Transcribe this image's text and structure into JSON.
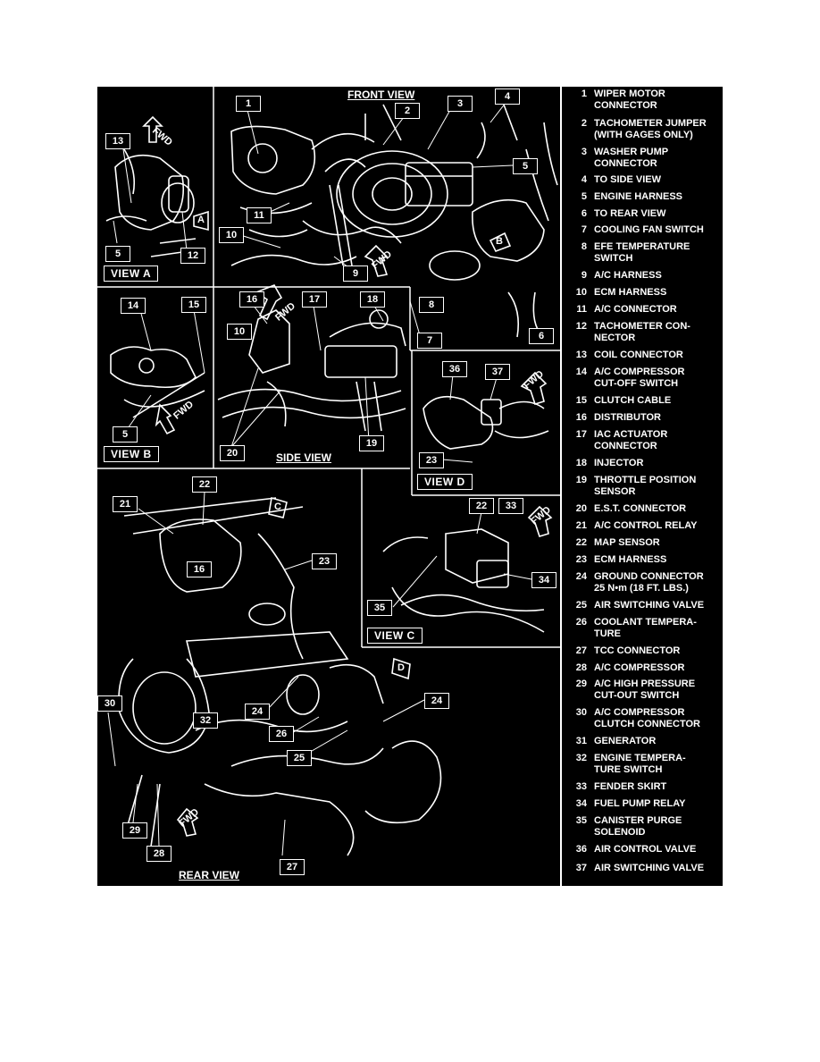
{
  "colors": {
    "background": "#000000",
    "foreground": "#ffffff",
    "page": "#ffffff"
  },
  "views": {
    "front": {
      "title": "FRONT VIEW"
    },
    "side": {
      "title": "SIDE VIEW"
    },
    "rear": {
      "title": "REAR VIEW"
    },
    "a": {
      "label": "VIEW A"
    },
    "b": {
      "label": "VIEW B"
    },
    "c": {
      "label": "VIEW C"
    },
    "d": {
      "label": "VIEW D"
    }
  },
  "fwd_label": "FWD",
  "markers": {
    "a": "A",
    "b": "B",
    "c": "C",
    "d": "D"
  },
  "callouts": [
    "1",
    "2",
    "3",
    "4",
    "5",
    "5",
    "5",
    "6",
    "7",
    "8",
    "9",
    "10",
    "10",
    "11",
    "12",
    "13",
    "14",
    "15",
    "16",
    "16",
    "17",
    "18",
    "19",
    "20",
    "21",
    "22",
    "22",
    "23",
    "23",
    "24",
    "24",
    "25",
    "26",
    "27",
    "28",
    "29",
    "30",
    "32",
    "33",
    "34",
    "35",
    "36",
    "37"
  ],
  "legend": [
    {
      "num": "1",
      "text": "WIPER MOTOR\nCONNECTOR"
    },
    {
      "num": "2",
      "text": "TACHOMETER JUMPER\n(WITH GAGES ONLY)"
    },
    {
      "num": "3",
      "text": "WASHER PUMP\nCONNECTOR"
    },
    {
      "num": "4",
      "text": "TO SIDE VIEW"
    },
    {
      "num": "5",
      "text": "ENGINE HARNESS"
    },
    {
      "num": "6",
      "text": "TO REAR VIEW"
    },
    {
      "num": "7",
      "text": "COOLING FAN SWITCH"
    },
    {
      "num": "8",
      "text": "EFE TEMPERATURE\nSWITCH"
    },
    {
      "num": "9",
      "text": "A/C HARNESS"
    },
    {
      "num": "10",
      "text": "ECM HARNESS"
    },
    {
      "num": "11",
      "text": "A/C CONNECTOR"
    },
    {
      "num": "12",
      "text": "TACHOMETER CON-\nNECTOR"
    },
    {
      "num": "13",
      "text": "COIL CONNECTOR"
    },
    {
      "num": "14",
      "text": "A/C COMPRESSOR\nCUT-OFF SWITCH"
    },
    {
      "num": "15",
      "text": "CLUTCH CABLE"
    },
    {
      "num": "16",
      "text": "DISTRIBUTOR"
    },
    {
      "num": "17",
      "text": "IAC ACTUATOR\nCONNECTOR"
    },
    {
      "num": "18",
      "text": "INJECTOR"
    },
    {
      "num": "19",
      "text": "THROTTLE POSITION\nSENSOR"
    },
    {
      "num": "20",
      "text": "E.S.T. CONNECTOR"
    },
    {
      "num": "21",
      "text": "A/C CONTROL RELAY"
    },
    {
      "num": "22",
      "text": "MAP SENSOR"
    },
    {
      "num": "23",
      "text": "ECM HARNESS"
    },
    {
      "num": "24",
      "text": "GROUND CONNECTOR\n25 N•m (18 FT. LBS.)"
    },
    {
      "num": "25",
      "text": "AIR SWITCHING VALVE"
    },
    {
      "num": "26",
      "text": "COOLANT TEMPERA-\nTURE"
    },
    {
      "num": "27",
      "text": "TCC CONNECTOR"
    },
    {
      "num": "28",
      "text": "A/C COMPRESSOR"
    },
    {
      "num": "29",
      "text": "A/C HIGH PRESSURE\nCUT-OUT SWITCH"
    },
    {
      "num": "30",
      "text": "A/C COMPRESSOR\nCLUTCH CONNECTOR"
    },
    {
      "num": "31",
      "text": "GENERATOR"
    },
    {
      "num": "32",
      "text": "ENGINE TEMPERA-\nTURE SWITCH"
    },
    {
      "num": "33",
      "text": "FENDER SKIRT"
    },
    {
      "num": "34",
      "text": "FUEL PUMP RELAY"
    },
    {
      "num": "35",
      "text": "CANISTER PURGE\nSOLENOID"
    },
    {
      "num": "36",
      "text": "AIR CONTROL VALVE"
    },
    {
      "num": "37",
      "text": "AIR SWITCHING VALVE"
    }
  ]
}
